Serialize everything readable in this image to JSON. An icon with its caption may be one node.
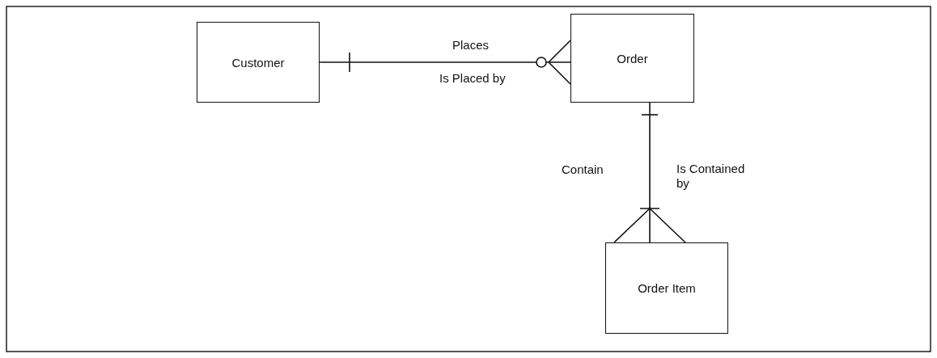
{
  "diagram": {
    "nodes": [
      {
        "text": [
          "Customer"
        ]
      },
      {
        "text": [
          "Order"
        ]
      },
      {
        "text": [
          "Order Item"
        ]
      }
    ],
    "edges": [
      {
        "from": 0,
        "to": 1,
        "arrow": "other",
        "label": "Places"
      },
      {
        "from": 1,
        "to": 2,
        "arrow": "other",
        "label": "Contain"
      }
    ],
    "labels": [
      "Is Placed by",
      "Is Contained by"
    ]
  }
}
